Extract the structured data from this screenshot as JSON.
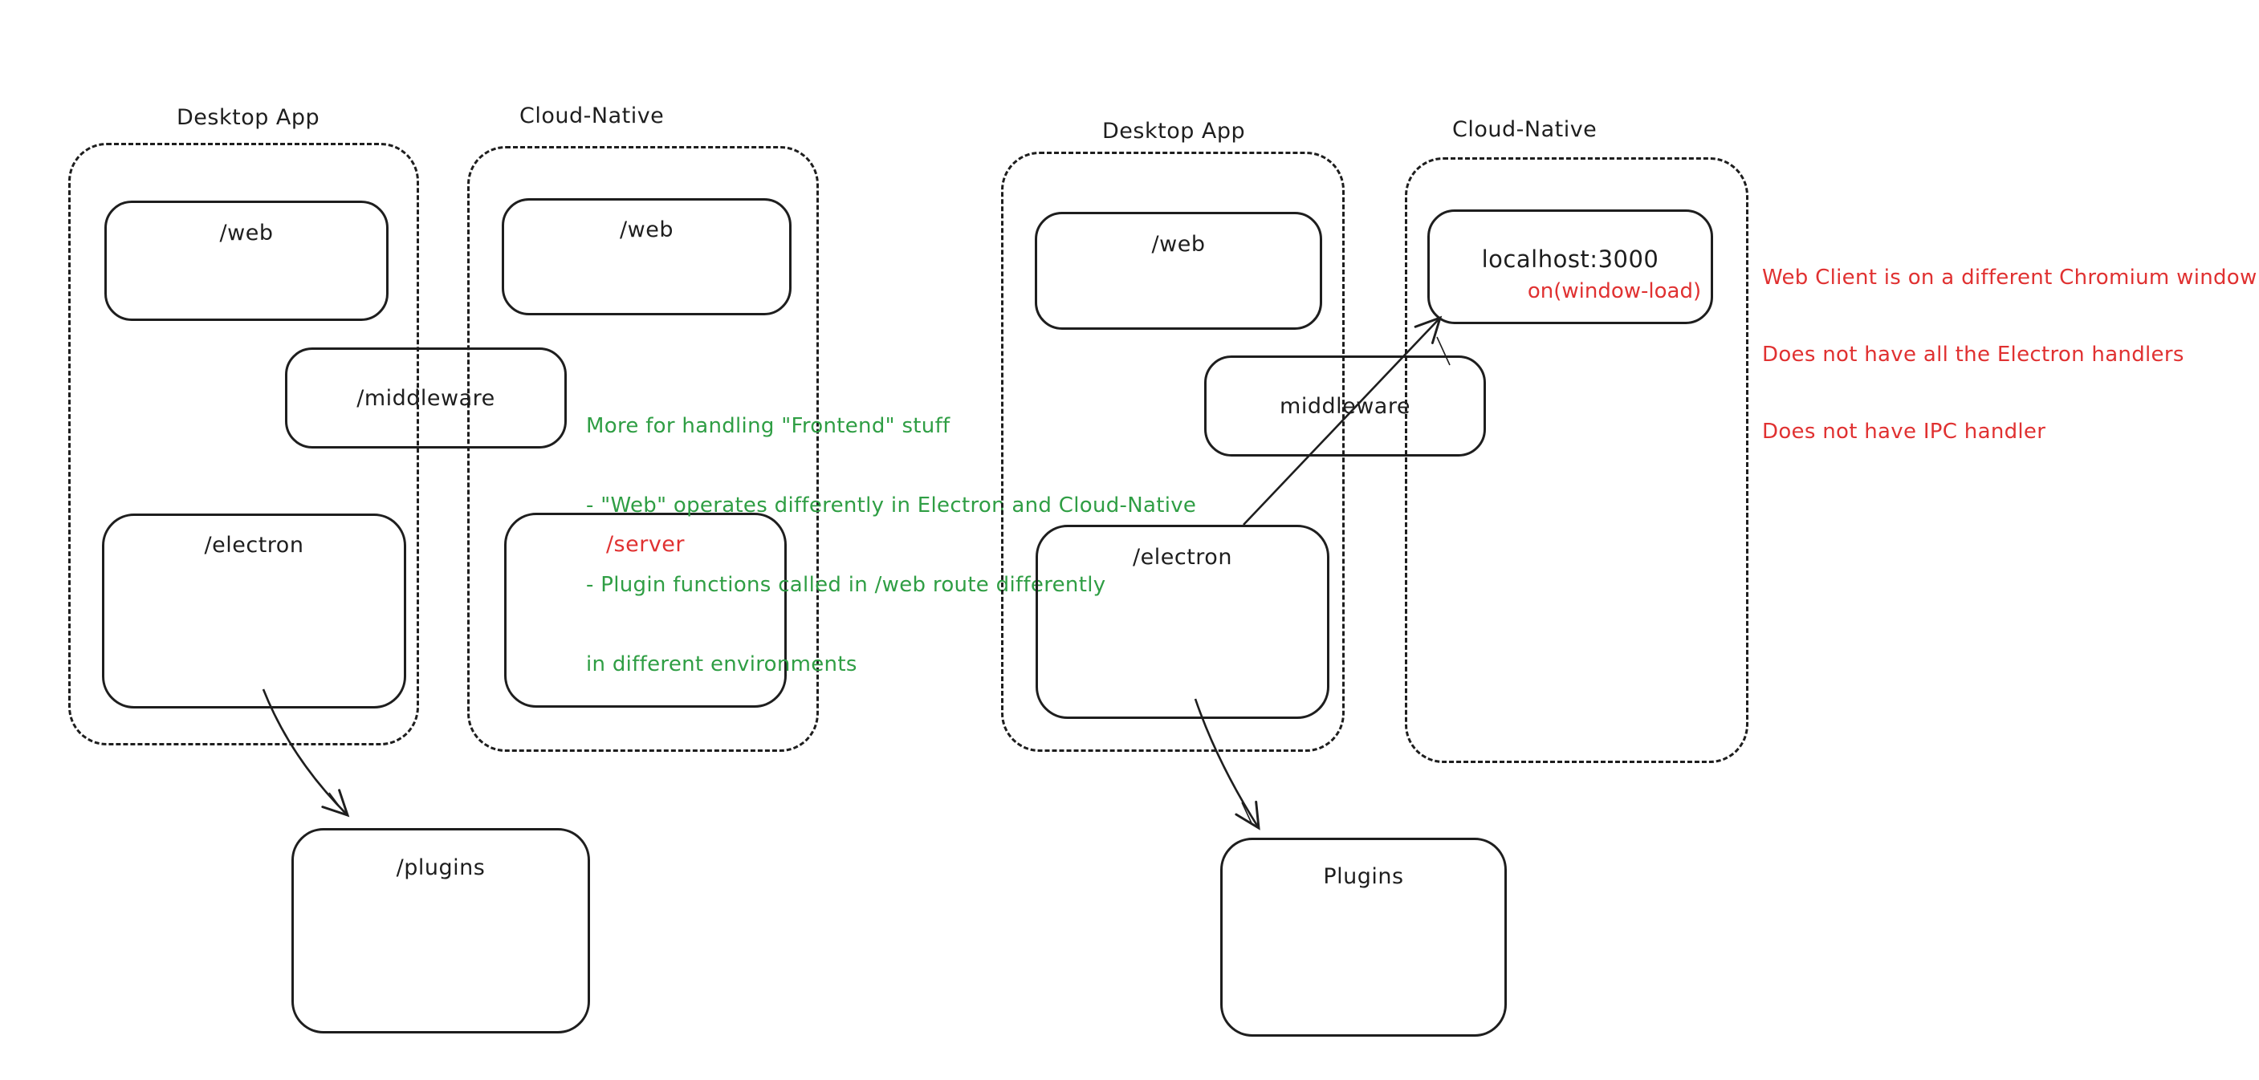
{
  "colors": {
    "stroke": "#1e1e1e",
    "red": "#e03131",
    "green": "#2f9e44",
    "background": "#ffffff"
  },
  "left_diagram": {
    "desktop_label": "Desktop App",
    "cloud_label": "Cloud-Native",
    "web_desktop": "/web",
    "web_cloud": "/web",
    "middleware": "/middleware",
    "electron": "/electron",
    "server": "/server",
    "plugins": "/plugins",
    "green_note": {
      "0": "More for handling \"Frontend\" stuff",
      "1": "- \"Web\" operates differently in Electron and Cloud-Native",
      "2": "- Plugin functions called in /web route differently",
      "3": "in different environments"
    }
  },
  "right_diagram": {
    "desktop_label": "Desktop App",
    "cloud_label": "Cloud-Native",
    "web": "/web",
    "localhost": "localhost:3000",
    "localhost_event": "on(window-load)",
    "middleware": "middleware",
    "electron": "/electron",
    "plugins": "Plugins",
    "red_note": {
      "0": "Web Client is on a different Chromium window",
      "1": "Does not have all the Electron handlers",
      "2": "Does not have IPC handler"
    }
  }
}
